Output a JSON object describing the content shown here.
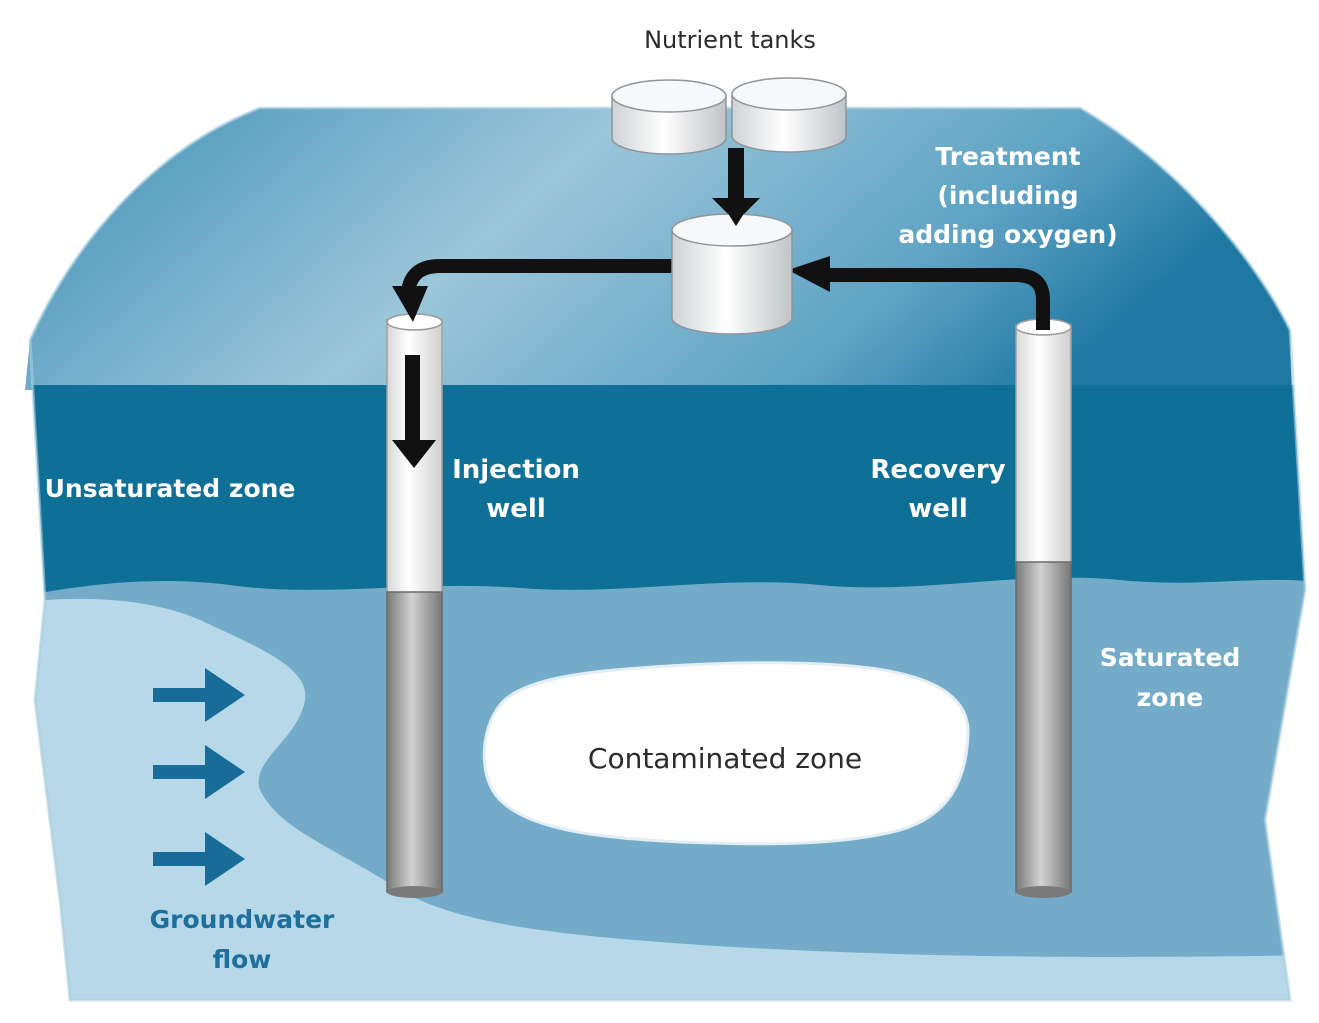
{
  "labels": {
    "nutrient_tanks": "Nutrient tanks",
    "treatment_line1": "Treatment",
    "treatment_line2": "(including",
    "treatment_line3": "adding oxygen)",
    "unsaturated_zone": "Unsaturated zone",
    "injection_line1": "Injection",
    "injection_line2": "well",
    "recovery_line1": "Recovery",
    "recovery_line2": "well",
    "saturated_line1": "Saturated",
    "saturated_line2": "zone",
    "contaminated_zone": "Contaminated zone",
    "groundwater_line1": "Groundwater",
    "groundwater_line2": "flow"
  },
  "icons": {
    "tank": "cylinder-tank-icon",
    "well": "pipe-well-icon",
    "flow_arrow": "right-arrow-icon",
    "process_arrow": "black-arrow-icon"
  },
  "colors": {
    "sky_light": "#8fbdd4",
    "sky_dark": "#2d7fa6",
    "unsaturated": "#0e6f97",
    "saturated": "#73abc9",
    "groundwater": "#b7d8e8",
    "contaminated": "#ffffff",
    "flow_arrow": "#176d98"
  }
}
